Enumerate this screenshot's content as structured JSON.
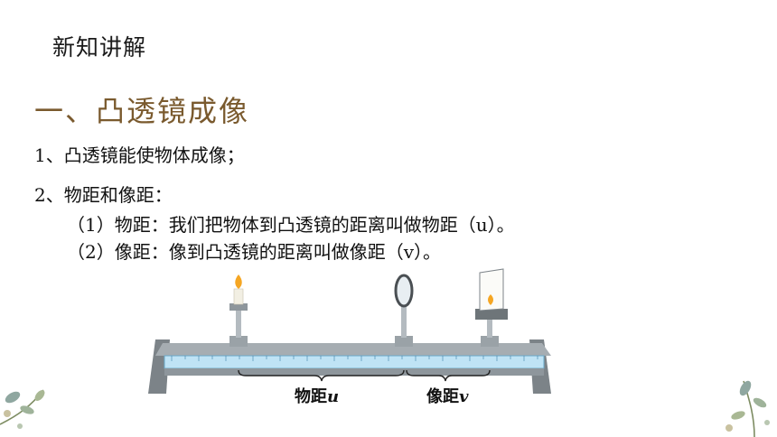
{
  "slide": {
    "section_title": "新知讲解",
    "heading": "一、凸透镜成像",
    "lines": [
      "1、凸透镜能使物体成像；",
      "2、物距和像距：",
      "（1）物距：我们把物体到凸透镜的距离叫做物距（u）。",
      "（2）像距：像到凸透镜的距离叫做像距（v）。"
    ]
  },
  "figure": {
    "object_distance_label": "物距",
    "object_distance_symbol": "u",
    "image_distance_label": "像距",
    "image_distance_symbol": "v"
  },
  "colors": {
    "heading": "#7a5a2e",
    "ruler": "#bfe3f5",
    "rail": "#8e969c"
  }
}
